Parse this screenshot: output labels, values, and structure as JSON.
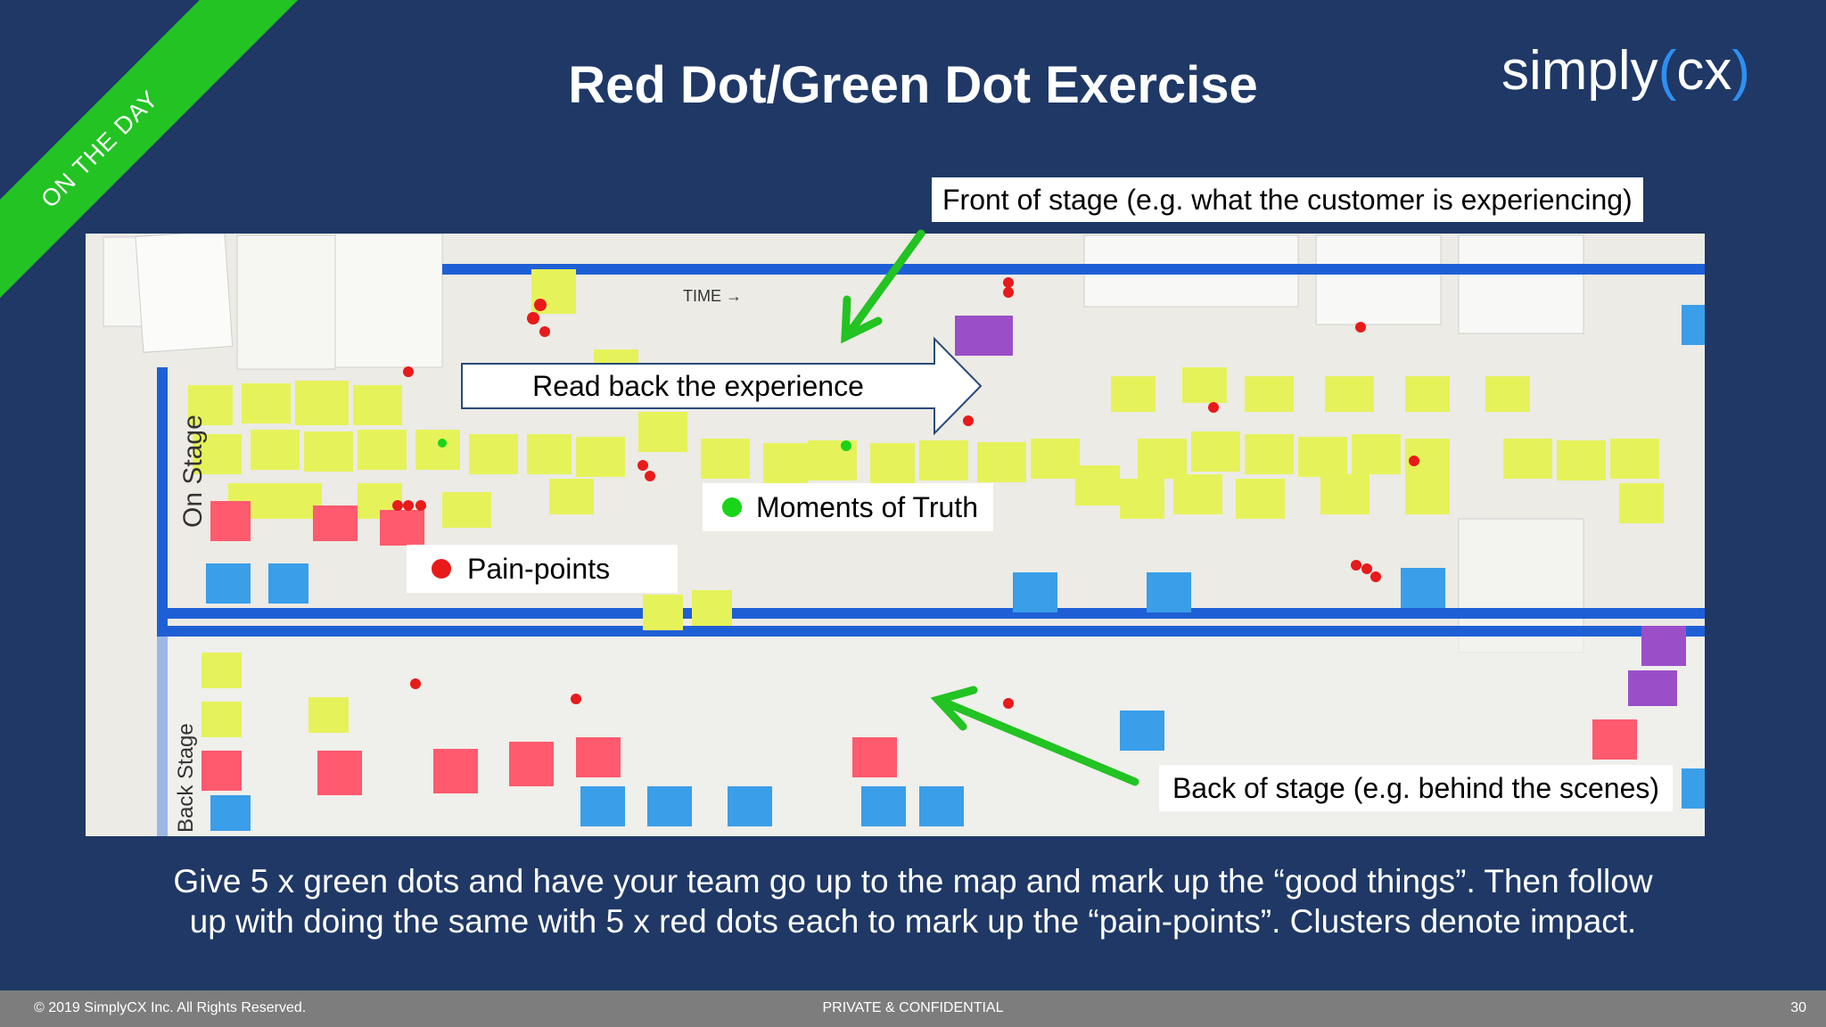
{
  "slide": {
    "ribbon_text": "ON THE DAY",
    "title": "Red Dot/Green Dot Exercise",
    "logo": {
      "word": "simply",
      "open": "(",
      "cx": "cx",
      "close": ")"
    },
    "callouts": {
      "front_of_stage": "Front of stage (e.g. what the customer is experiencing)",
      "read_back": "Read back the experience",
      "moments_of_truth": "Moments of Truth",
      "pain_points": "Pain-points",
      "back_of_stage": "Back of stage (e.g. behind the scenes)"
    },
    "board_text": {
      "time": "TIME →",
      "on_stage": "On Stage",
      "back_stage": "Back Stage"
    },
    "caption_line1": "Give  5 x green dots and have your team go up to the map and mark up the “good things”. Then follow",
    "caption_line2": "up with doing the same with 5 x red dots each to mark up the “pain-points”. Clusters denote impact.",
    "footer": {
      "copyright": "© 2019 SimplyCX Inc. All Rights Reserved.",
      "confidential": "PRIVATE & CONFIDENTIAL",
      "page_number": "30"
    }
  },
  "colors": {
    "background": "#1f3866",
    "ribbon": "#22c322",
    "logo_bracket": "#2e8ff0",
    "arrow": "#22c322",
    "tape": "#1f5fd6",
    "sticky_yellow": "#e6f25a",
    "sticky_pink": "#ff5a6e",
    "sticky_blue": "#3a9ee8",
    "sticky_purple": "#9a4fc8",
    "red_dot": "#e81a1a",
    "green_dot": "#19d419"
  }
}
